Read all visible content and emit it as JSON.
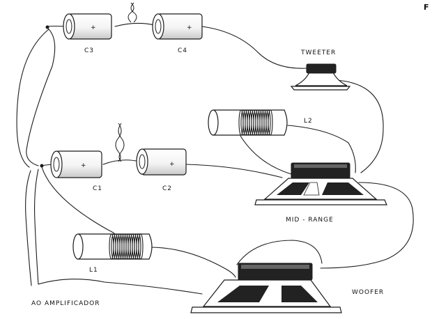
{
  "labels": {
    "corner_mark": "F",
    "c3": "C3",
    "c4": "C4",
    "c1": "C1",
    "c2": "C2",
    "l1": "L1",
    "l2": "L2",
    "tweeter": "TWEETER",
    "midrange": "MID - RANGE",
    "woofer": "WOOFER",
    "amplifier": "AO  AMPLIFICADOR",
    "capacitor_polarity": "+"
  },
  "colors": {
    "ink": "#1a1a1a",
    "paper": "#ffffff",
    "cone_dark": "#222222"
  }
}
